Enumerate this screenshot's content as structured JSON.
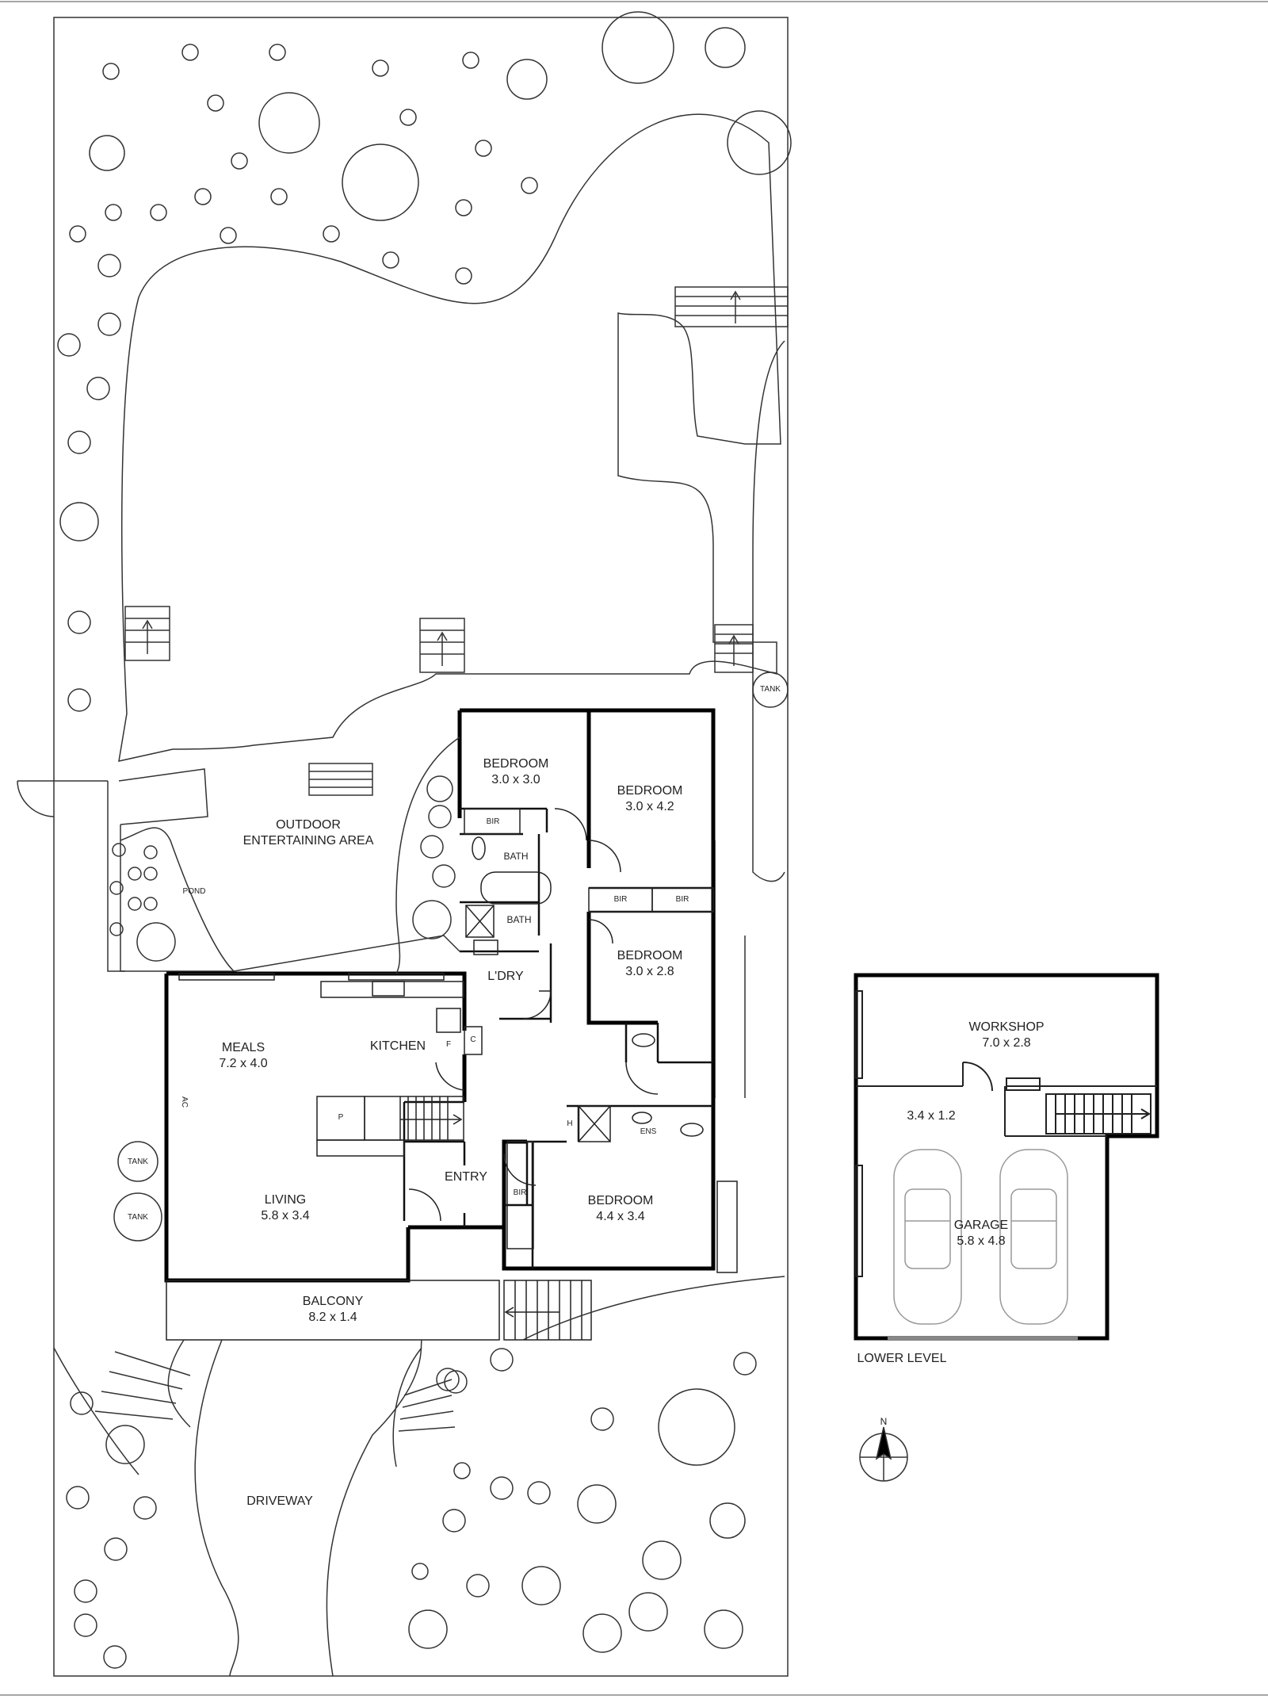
{
  "rooms": {
    "bedroom1": {
      "name": "BEDROOM",
      "size": "3.0 x 3.0"
    },
    "bedroom2": {
      "name": "BEDROOM",
      "size": "3.0 x 4.2"
    },
    "bedroom3": {
      "name": "BEDROOM",
      "size": "3.0 x 2.8"
    },
    "bedroom4": {
      "name": "BEDROOM",
      "size": "4.4 x 3.4"
    },
    "meals": {
      "name": "MEALS",
      "size": "7.2 x 4.0"
    },
    "kitchen": {
      "name": "KITCHEN"
    },
    "living": {
      "name": "LIVING",
      "size": "5.8 x 3.4"
    },
    "balcony": {
      "name": "BALCONY",
      "size": "8.2 x 1.4"
    },
    "entry": {
      "name": "ENTRY"
    },
    "laundry": {
      "name": "L'DRY"
    },
    "bath1": {
      "name": "BATH"
    },
    "bath2": {
      "name": "BATH"
    },
    "ensuite": {
      "name": "ENS"
    },
    "outdoor": {
      "line1": "OUTDOOR",
      "line2": "ENTERTAINING AREA"
    },
    "workshop": {
      "name": "WORKSHOP",
      "size": "7.0 x 2.8"
    },
    "store": {
      "size": "3.4 x 1.2"
    },
    "garage": {
      "name": "GARAGE",
      "size": "5.8 x 4.8"
    }
  },
  "fixtures": {
    "bir": "BIR",
    "pond": "POND",
    "tank": "TANK",
    "pantry": "P",
    "cupboard": "C",
    "fridge": "F",
    "heater": "H",
    "ac": "AC"
  },
  "site": {
    "driveway": "DRIVEWAY",
    "lower_level": "LOWER LEVEL",
    "north": "N"
  }
}
